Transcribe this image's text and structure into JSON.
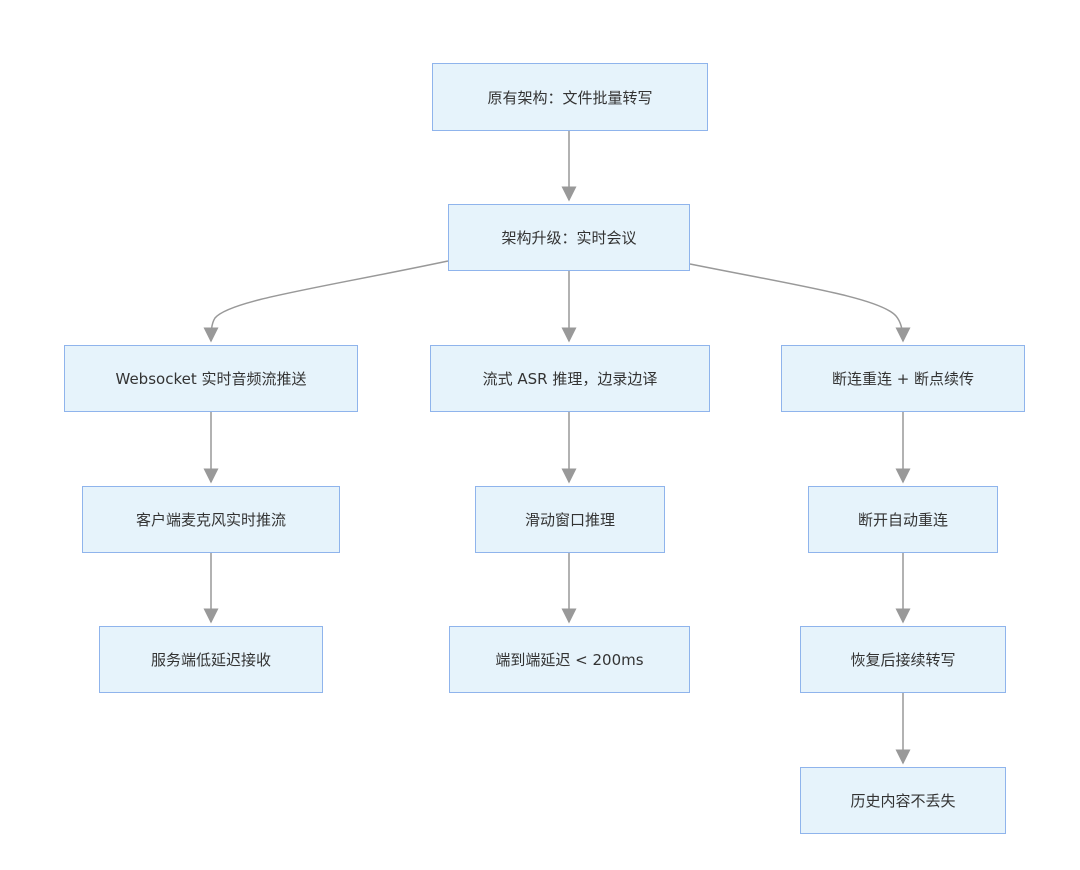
{
  "colors": {
    "node_fill": "#e6f3fb",
    "node_border": "#8fb4ec",
    "edge": "#999999",
    "text": "#333333"
  },
  "nodes": {
    "original": "原有架构：文件批量转写",
    "upgrade": "架构升级：实时会议",
    "websocket": "Websocket 实时音频流推送",
    "streaming_asr": "流式 ASR 推理，边录边译",
    "reconnect": "断连重连 + 断点续传",
    "client_mic": "客户端麦克风实时推流",
    "server_recv": "服务端低延迟接收",
    "sliding_window": "滑动窗口推理",
    "latency": "端到端延迟 < 200ms",
    "auto_reconnect": "断开自动重连",
    "resume": "恢复后接续转写",
    "history": "历史内容不丢失"
  },
  "edges": [
    [
      "original",
      "upgrade"
    ],
    [
      "upgrade",
      "websocket"
    ],
    [
      "upgrade",
      "streaming_asr"
    ],
    [
      "upgrade",
      "reconnect"
    ],
    [
      "websocket",
      "client_mic"
    ],
    [
      "client_mic",
      "server_recv"
    ],
    [
      "streaming_asr",
      "sliding_window"
    ],
    [
      "sliding_window",
      "latency"
    ],
    [
      "reconnect",
      "auto_reconnect"
    ],
    [
      "auto_reconnect",
      "resume"
    ],
    [
      "resume",
      "history"
    ]
  ]
}
